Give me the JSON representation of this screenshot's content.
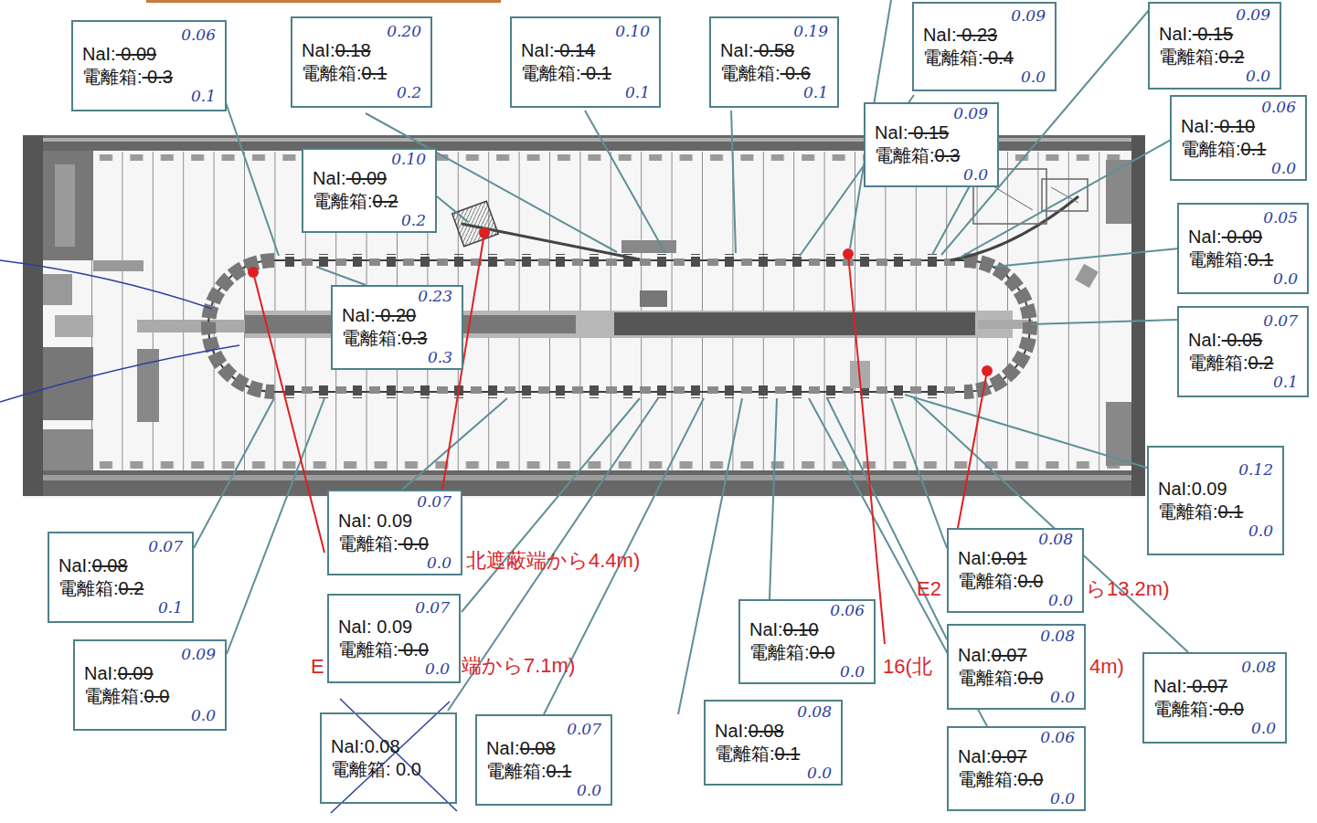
{
  "diagram": {
    "nodes": [
      {
        "text": [
          "0.06",
          "NaI: 0.09",
          "電離箱: 0.3",
          "0.1"
        ]
      },
      {
        "text": [
          "0.20",
          "NaI:0.18",
          "電離箱:0.1",
          "0.2"
        ]
      },
      {
        "text": [
          "0.10",
          "NaI: 0.14",
          "電離箱: 0.1",
          "0.1"
        ]
      },
      {
        "text": [
          "0.19",
          "NaI: 0.58",
          "電離箱: 0.6",
          "0.1"
        ]
      },
      {
        "text": [
          "0.09",
          "NaI: 0.23",
          "電離箱: 0.4",
          "0.0"
        ]
      },
      {
        "text": [
          "0.09",
          "NaI: 0.15",
          "電離箱:0.2",
          "0.0"
        ]
      },
      {
        "text": [
          "0.10",
          "NaI: 0.09",
          "電離箱:0.2",
          "0.2"
        ]
      },
      {
        "text": [
          "0.09",
          "NaI: 0.15",
          "電離箱:0.3",
          "0.0"
        ]
      },
      {
        "text": [
          "0.06",
          "NaI: 0.10",
          "電離箱:0.1",
          "0.0"
        ]
      },
      {
        "text": [
          "0.05",
          "NaI: 0.09",
          "電離箱:0.1",
          "0.0"
        ]
      },
      {
        "text": [
          "0.23",
          "NaI: 0.20",
          "電離箱:0.3",
          "0.3"
        ]
      },
      {
        "text": [
          "0.07",
          "NaI: 0.05",
          "電離箱:0.2",
          "0.1"
        ]
      },
      {
        "text": [
          "0.12",
          "NaI:0.09",
          "電離箱:0.1",
          "0.0"
        ]
      },
      {
        "text": [
          "0.07",
          "NaI: 0.09",
          "電離箱: 0.0",
          "0.0"
        ]
      },
      {
        "text": [
          "0.08",
          "NaI:0.01",
          "電離箱:0.0",
          "0.0"
        ]
      },
      {
        "text": [
          "0.07",
          "NaI:0.08",
          "電離箱:0.2",
          "0.1"
        ]
      },
      {
        "text": [
          "0.07",
          "NaI: 0.09",
          "電離箱: 0.0",
          "0.0"
        ]
      },
      {
        "text": [
          "0.06",
          "NaI:0.10",
          "電離箱:0.0",
          "0.0"
        ]
      },
      {
        "text": [
          "0.08",
          "NaI:0.07",
          "電離箱:0.0",
          "0.0"
        ]
      },
      {
        "text": [
          "0.09",
          "NaI:0.09",
          "電離箱:0.0",
          "0.0"
        ]
      },
      {
        "text": [
          "0.08",
          "NaI: 0.07",
          "電離箱: 0.0",
          "0.0"
        ]
      },
      {
        "text": [
          "0.08",
          "NaI:0.08",
          "電離箱:0.1",
          "0.0"
        ]
      },
      {
        "text": [
          "NaI:0.08",
          "電離箱: 0.0"
        ]
      },
      {
        "text": [
          "0.07",
          "NaI:0.08",
          "電離箱:0.1",
          "0.0"
        ]
      },
      {
        "text": [
          "0.06",
          "NaI:0.07",
          "電離箱:0.0",
          "0.0"
        ]
      }
    ],
    "edges": [],
    "labels": [
      "北遮蔽端から4.4m)",
      "E",
      "端から7.1m)",
      "E2",
      "ら13.2m)",
      "16(北",
      "4m)"
    ]
  }
}
